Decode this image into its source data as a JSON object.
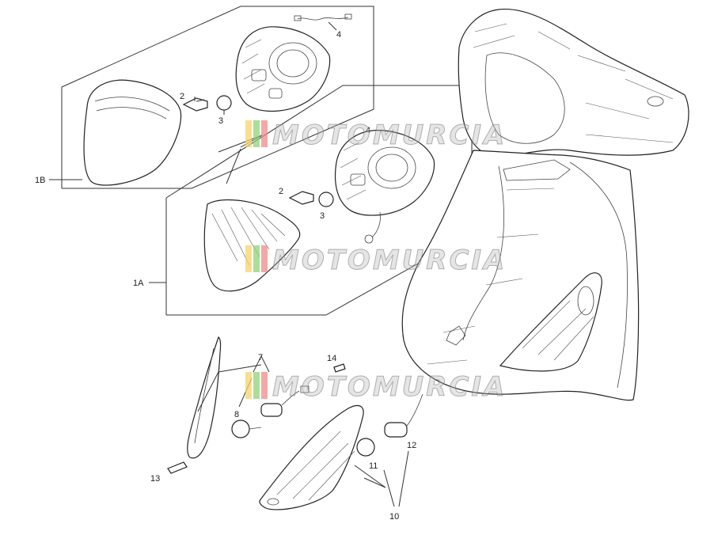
{
  "callouts": {
    "c1B": "1B",
    "c1A": "1A",
    "c2a": "2",
    "c3a": "3",
    "c4a": "4",
    "c2b": "2",
    "c3b": "3",
    "c4b": "4",
    "c7": "7",
    "c8": "8",
    "c10": "10",
    "c11": "11",
    "c12": "12",
    "c13": "13",
    "c14": "14"
  },
  "watermark": {
    "text": "MOTOMURCIA",
    "stripe_colors": [
      "#f5d46b",
      "#8fd17a",
      "#f08a8a"
    ]
  }
}
